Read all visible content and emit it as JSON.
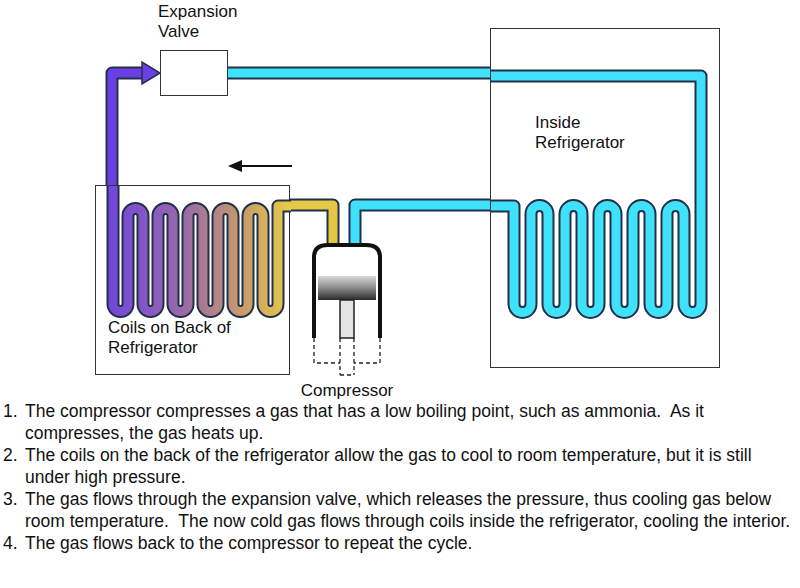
{
  "diagram": {
    "nodes": [
      {
        "text": [
          "Expansion Valve"
        ]
      },
      {
        "text": [
          "Inside Refrigerator"
        ]
      },
      {
        "text": [
          "Coils on Back of Refrigerator"
        ]
      },
      {
        "text": [
          "Compressor"
        ]
      }
    ],
    "edges": [
      {
        "from": 2,
        "to": 0,
        "arrow": "to"
      },
      {
        "from": 0,
        "to": 1,
        "arrow": "none"
      },
      {
        "from": 1,
        "to": 3,
        "arrow": "none"
      },
      {
        "from": 3,
        "to": 2,
        "arrow": "none"
      }
    ],
    "labels": [
      "1.",
      "The compressor compresses a gas that has a low boiling point, such as ammonia.  As it compresses, the gas heats up.",
      "2.",
      "The coils on the back of the refrigerator allow the gas to cool to room temperature, but it is still under high pressure.",
      "3.",
      "The gas flows through the expansion valve, which releases the pressure, thus cooling gas below room temperature.  The now cold gas flows through coils inside the refrigerator, cooling the interior.",
      "4.",
      "The gas flows back to the compressor to repeat the cycle."
    ]
  }
}
